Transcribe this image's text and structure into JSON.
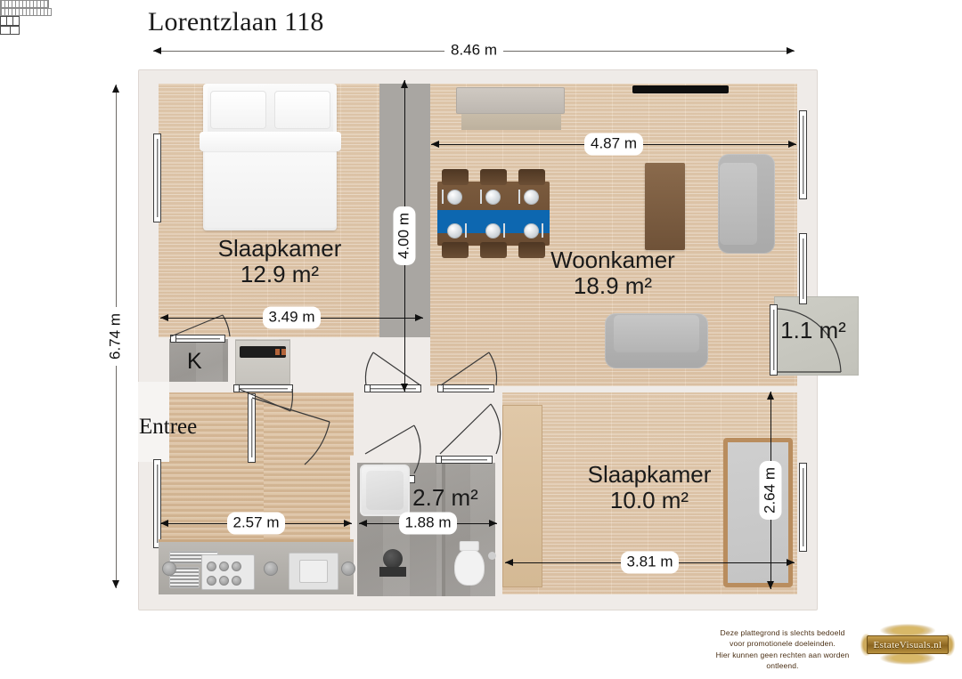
{
  "title": "Lorentzlaan 118",
  "entree_label": "Entree",
  "kitchen_letter": "K",
  "rooms": [
    {
      "name": "Slaapkamer",
      "area": "12.9 m²"
    },
    {
      "name": "Woonkamer",
      "area": "18.9 m²"
    },
    {
      "name": "Slaapkamer",
      "area": "10.0 m²"
    }
  ],
  "bathroom_area": "2.7 m²",
  "balcony_area": "1.1 m²",
  "dimensions": {
    "overall_width": "8.46 m",
    "overall_height": "6.74 m",
    "bedroom1_width": "3.49 m",
    "bedroom1_height": "4.00 m",
    "living_width": "4.87 m",
    "hall_width": "2.57 m",
    "bathroom_width": "1.88 m",
    "bedroom2_width": "3.81 m",
    "bedroom2_height": "2.64 m"
  },
  "footer": {
    "line1": "Deze plattegrond is slechts bedoeld",
    "line2": "voor promotionele doeleinden.",
    "line3": "Hier kunnen geen rechten aan worden ontleend.",
    "logo_text": "EstateVisuals.nl"
  },
  "colors": {
    "wall": "#efebe8",
    "wood_floor": "#e2c9ad",
    "tile_grey": "#a9a6a2",
    "accent_runner": "#0d67b0",
    "text": "#1a1a1a",
    "logo_gold": "#b8913f"
  }
}
